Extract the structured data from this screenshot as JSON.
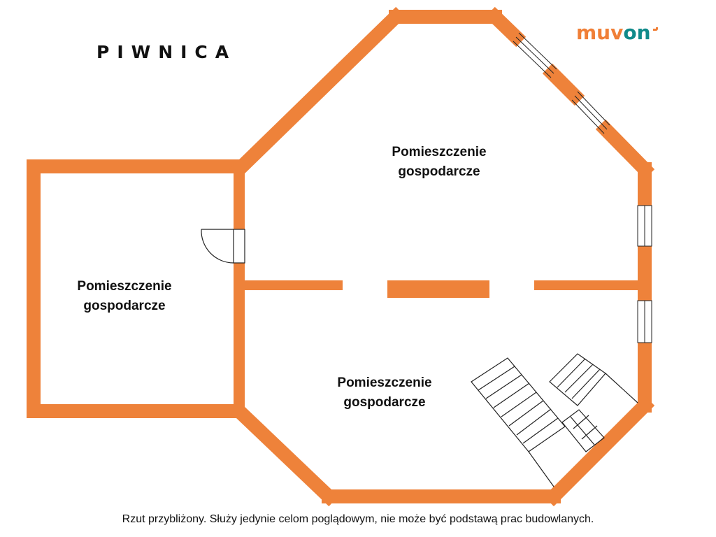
{
  "title": "PIWNICA",
  "brand": {
    "part1": "muv",
    "part2": "on",
    "color1": "#f07f37",
    "color2": "#0f8a8a"
  },
  "colors": {
    "wall": "#ee823a",
    "line": "#222222"
  },
  "rooms": [
    {
      "line1": "Pomieszczenie",
      "line2": "gospodarcze"
    },
    {
      "line1": "Pomieszczenie",
      "line2": "gospodarcze"
    },
    {
      "line1": "Pomieszczenie",
      "line2": "gospodarcze"
    }
  ],
  "disclaimer": "Rzut przybliżony. Służy jedynie celom poglądowym, nie może być podstawą prac budowlanych."
}
